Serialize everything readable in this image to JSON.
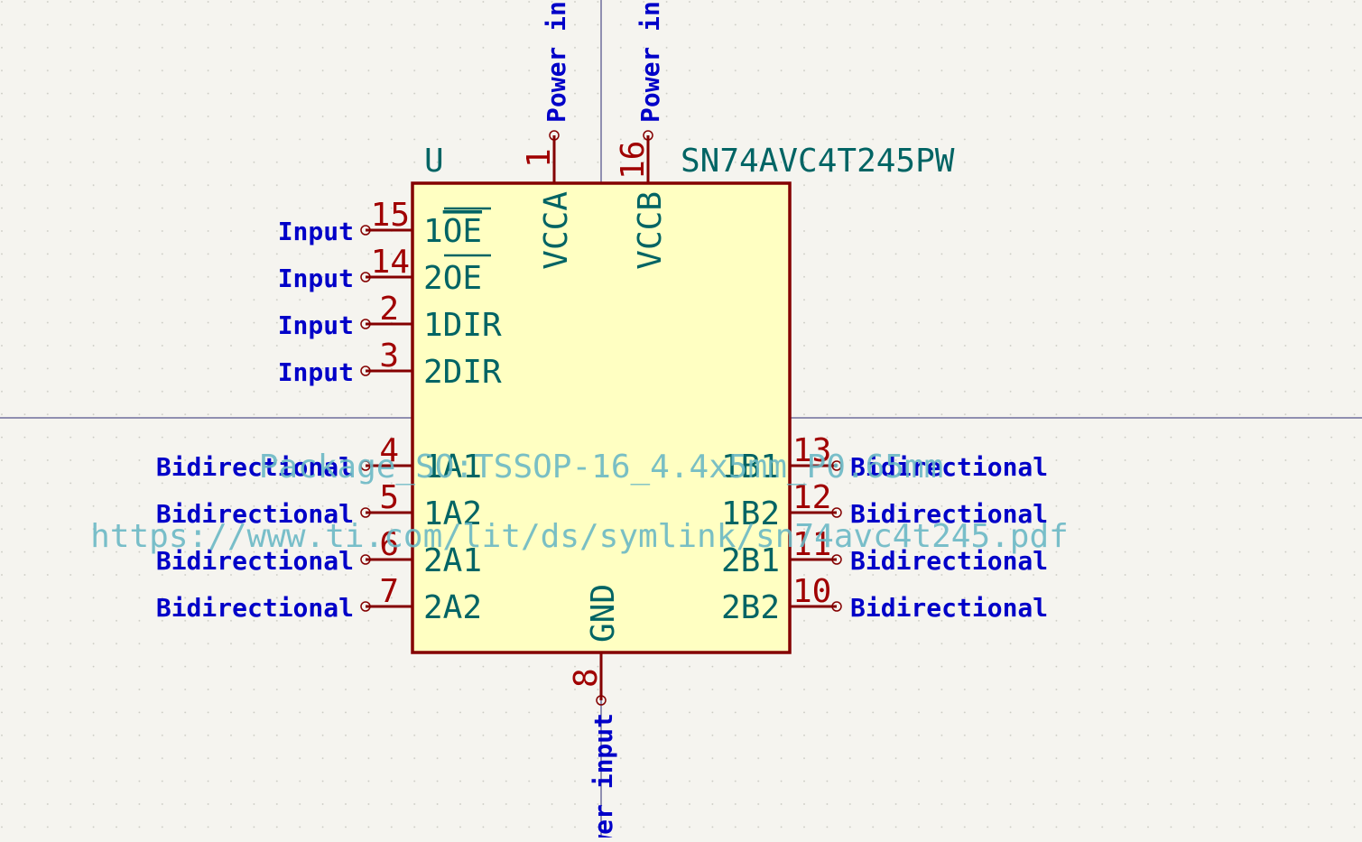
{
  "symbol": {
    "reference": "U",
    "value": "SN74AVC4T245PW",
    "footprint": "Package_SO:TSSOP-16_4.4x5mm_P0.65mm",
    "datasheet": "https://www.ti.com/lit/ds/symlink/sn74avc4t245.pdf"
  },
  "pins": {
    "p15": {
      "number": "15",
      "name_prefix": "1",
      "name_bar": "OE",
      "type": "Input"
    },
    "p14": {
      "number": "14",
      "name_prefix": "2",
      "name_bar": "OE",
      "type": "Input"
    },
    "p2": {
      "number": "2",
      "name": "1DIR",
      "type": "Input"
    },
    "p3": {
      "number": "3",
      "name": "2DIR",
      "type": "Input"
    },
    "p4": {
      "number": "4",
      "name": "1A1",
      "type": "Bidirectional"
    },
    "p5": {
      "number": "5",
      "name": "1A2",
      "type": "Bidirectional"
    },
    "p6": {
      "number": "6",
      "name": "2A1",
      "type": "Bidirectional"
    },
    "p7": {
      "number": "7",
      "name": "2A2",
      "type": "Bidirectional"
    },
    "p13": {
      "number": "13",
      "name": "1B1",
      "type": "Bidirectional"
    },
    "p12": {
      "number": "12",
      "name": "1B2",
      "type": "Bidirectional"
    },
    "p11": {
      "number": "11",
      "name": "2B1",
      "type": "Bidirectional"
    },
    "p10": {
      "number": "10",
      "name": "2B2",
      "type": "Bidirectional"
    },
    "p1": {
      "number": "1",
      "name": "VCCA",
      "type": "Power input"
    },
    "p16": {
      "number": "16",
      "name": "VCCB",
      "type": "Power input"
    },
    "p8": {
      "number": "8",
      "name": "GND",
      "type": "Power input"
    }
  },
  "colors": {
    "background": "#f5f4ef",
    "body_fill": "#ffffc2",
    "body_outline": "#840000",
    "pin_line": "#840000",
    "pin_number": "#a00000",
    "pin_name": "#006464",
    "pin_type": "#0000c8",
    "field_text": "#006464",
    "hidden_field": "#6ab8c4",
    "axis": "#2a2a70",
    "grid_dot": "#c8c8c0"
  }
}
